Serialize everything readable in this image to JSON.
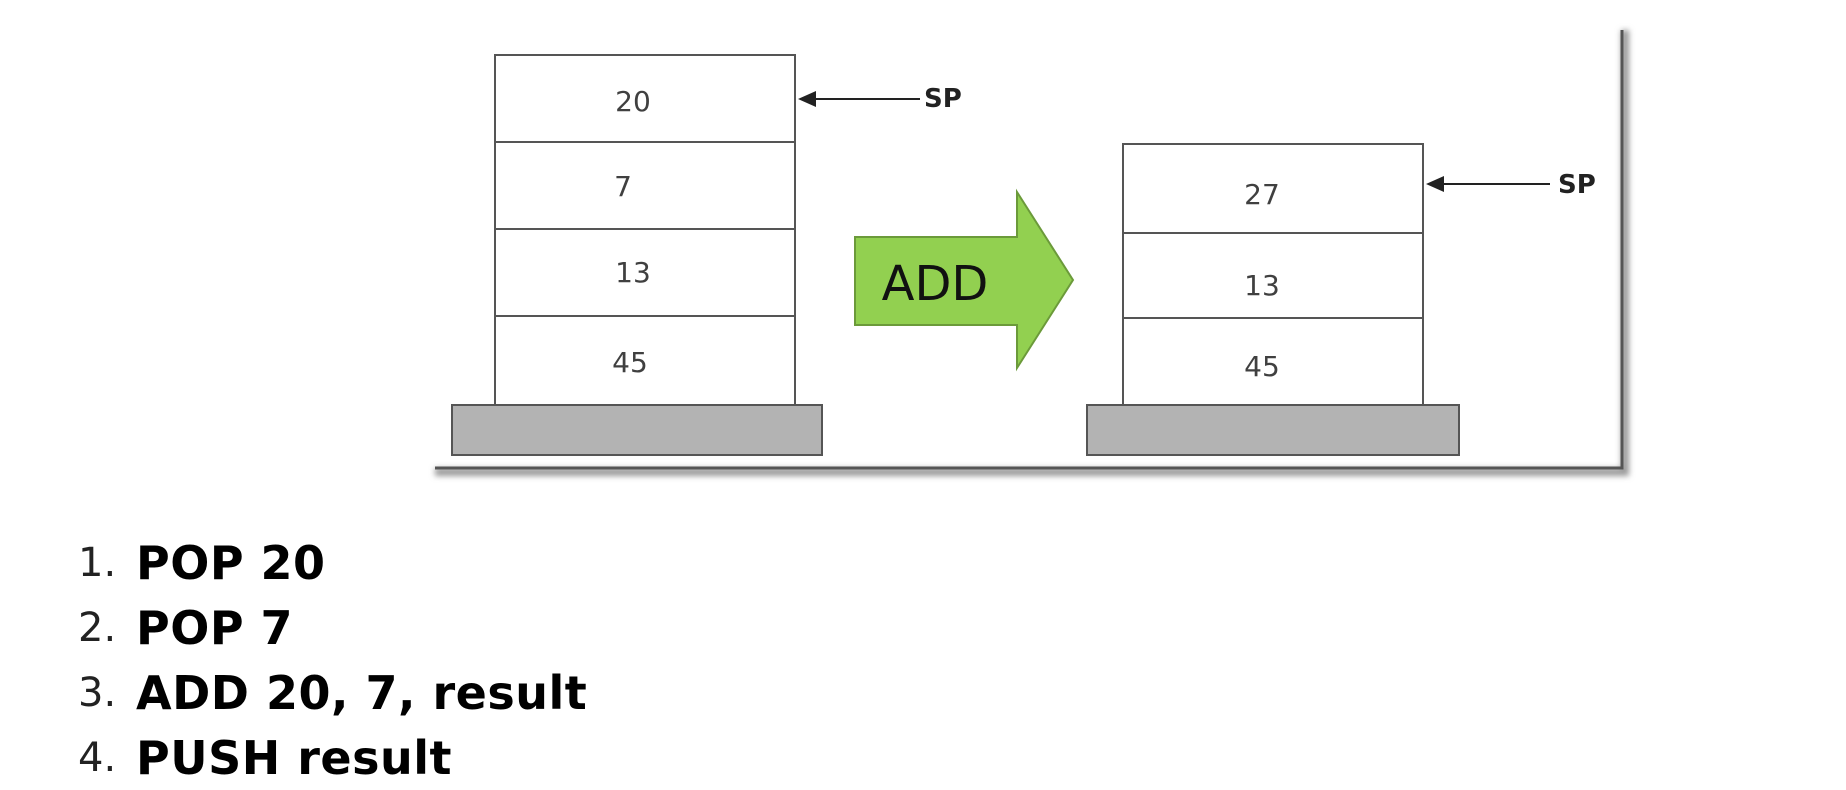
{
  "diagram": {
    "before_stack": [
      "20",
      "7",
      "13",
      "45"
    ],
    "after_stack": [
      "27",
      "13",
      "45"
    ],
    "pointer_label": "SP",
    "operation_label": "ADD"
  },
  "steps": [
    {
      "number": "1.",
      "text": "POP 20"
    },
    {
      "number": "2.",
      "text": "POP 7"
    },
    {
      "number": "3.",
      "text": "ADD 20, 7, result"
    },
    {
      "number": "4.",
      "text": "PUSH result"
    }
  ],
  "colors": {
    "frame_shadow": "#555555",
    "base": "#b3b3b3",
    "cell_border": "#555555",
    "arrow_fill": "#92d050",
    "arrow_stroke": "#6b9a3a"
  }
}
